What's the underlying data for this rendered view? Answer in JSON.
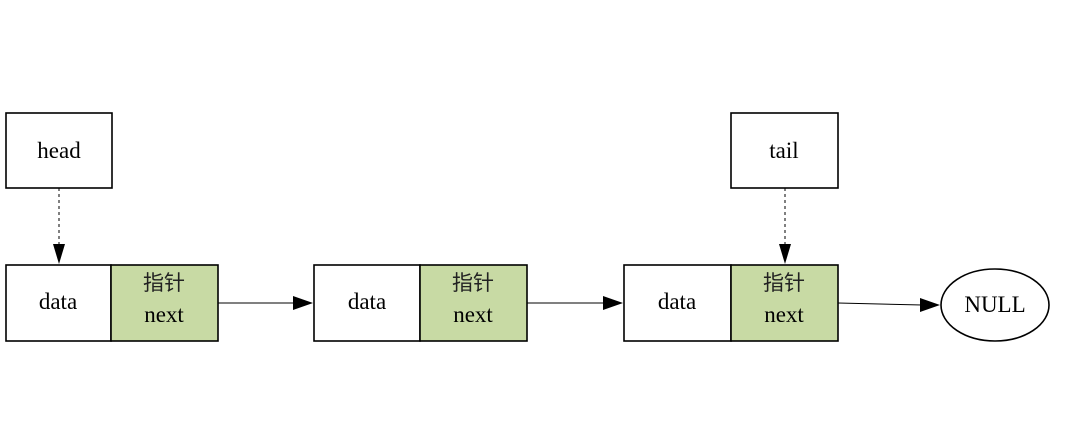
{
  "head": {
    "label": "head"
  },
  "tail": {
    "label": "tail"
  },
  "nodes": [
    {
      "data_label": "data",
      "pointer_label_cn": "指针",
      "pointer_label_en": "next"
    },
    {
      "data_label": "data",
      "pointer_label_cn": "指针",
      "pointer_label_en": "next"
    },
    {
      "data_label": "data",
      "pointer_label_cn": "指针",
      "pointer_label_en": "next"
    }
  ],
  "terminal": {
    "label": "NULL"
  },
  "colors": {
    "pointer_fill": "#c8daa4",
    "stroke": "#000000",
    "background": "#ffffff"
  }
}
